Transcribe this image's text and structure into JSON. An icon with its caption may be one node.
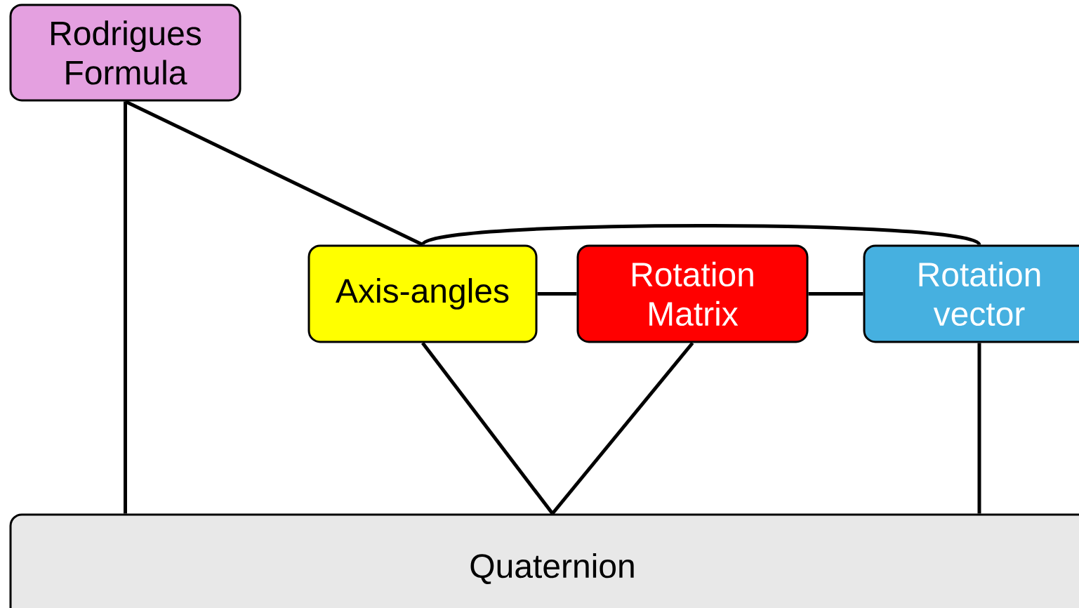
{
  "diagram": {
    "nodes": [
      {
        "text": [
          "Rodrigues Formula"
        ]
      },
      {
        "text": [
          "Axis-angles"
        ]
      },
      {
        "text": [
          "Rotation Matrix"
        ]
      },
      {
        "text": [
          "Rotation vector"
        ]
      },
      {
        "text": [
          "Quaternion"
        ]
      }
    ],
    "edges": [
      {
        "from": 0,
        "to": 4,
        "arrow": "none"
      },
      {
        "from": 0,
        "to": 1,
        "arrow": "none"
      },
      {
        "from": 1,
        "to": 3,
        "arrow": "none"
      },
      {
        "from": 1,
        "to": 2,
        "arrow": "none"
      },
      {
        "from": 2,
        "to": 3,
        "arrow": "none"
      },
      {
        "from": 1,
        "to": 4,
        "arrow": "none"
      },
      {
        "from": 2,
        "to": 4,
        "arrow": "none"
      },
      {
        "from": 3,
        "to": 4,
        "arrow": "none"
      }
    ]
  }
}
